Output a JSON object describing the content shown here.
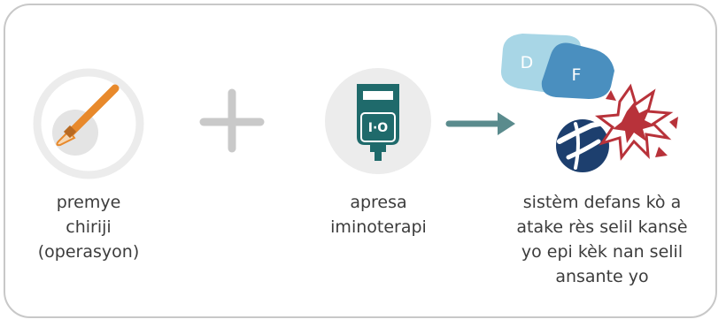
{
  "steps": [
    {
      "caption_lines": [
        "premye",
        "chiriji",
        "(operasyon)"
      ],
      "icon": "scalpel-icon"
    },
    {
      "icon": "plus-icon"
    },
    {
      "caption_lines": [
        "apresa",
        "iminoterapi"
      ],
      "icon": "iv-bag-icon",
      "bag_label": "I·O"
    },
    {
      "icon": "arrow-right-icon"
    },
    {
      "caption_lines": [
        "sistèm defans kò a",
        "atake rès selil kansè",
        "yo epi kèk nan selil",
        "ansante yo"
      ],
      "icon": "immune-attack-icon",
      "cell_labels": [
        "D",
        "F"
      ]
    }
  ],
  "colors": {
    "frame_border": "#c8c8c8",
    "circle_bg": "#ececec",
    "scalpel_orange": "#e8892b",
    "bag_teal": "#1f6a6b",
    "arrow_teal": "#5a8b8d",
    "cell_d": "#a8d6e6",
    "cell_f": "#4a8fbf",
    "immune_navy": "#1d3f6e",
    "cancer_red": "#b8323a"
  }
}
